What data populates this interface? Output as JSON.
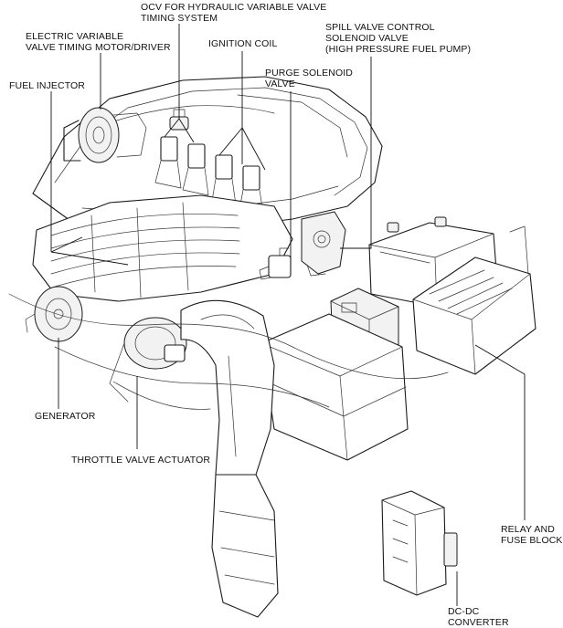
{
  "labels": {
    "ocv": [
      "OCV FOR HYDRAULIC VARIABLE VALVE",
      "TIMING SYSTEM"
    ],
    "electric_vvt": [
      "ELECTRIC VARIABLE",
      "VALVE TIMING MOTOR/DRIVER"
    ],
    "ignition_coil": [
      "IGNITION COIL"
    ],
    "spill_valve": [
      "SPILL VALVE CONTROL",
      "SOLENOID VALVE",
      "(HIGH PRESSURE FUEL PUMP)"
    ],
    "purge_solenoid": [
      "PURGE SOLENOID",
      "VALVE"
    ],
    "fuel_injector": [
      "FUEL INJECTOR"
    ],
    "generator": [
      "GENERATOR"
    ],
    "throttle_actuator": [
      "THROTTLE VALVE ACTUATOR"
    ],
    "relay_fuse": [
      "RELAY AND",
      "FUSE BLOCK"
    ],
    "dcdc": [
      "DC-DC",
      "CONVERTER"
    ]
  }
}
